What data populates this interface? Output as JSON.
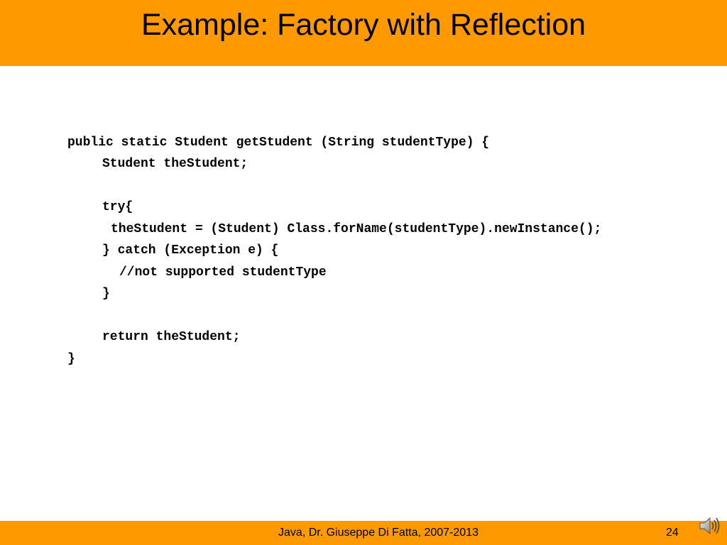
{
  "slide": {
    "title": "Example: Factory with Reflection"
  },
  "code": {
    "lines": [
      "public static Student getStudent (String studentType) {",
      "Student theStudent;",
      "try{",
      "theStudent = (Student) Class.forName(studentType).newInstance();",
      "} catch (Exception e) {",
      "//not supported studentType",
      "}",
      "return theStudent;",
      "}"
    ]
  },
  "footer": {
    "text": "Java, Dr. Giuseppe Di Fatta, 2007-2013",
    "page_number": "24"
  },
  "icons": {
    "audio": "speaker-icon"
  },
  "colors": {
    "header_bg": "#ff9900",
    "footer_bg": "#ff9900"
  }
}
